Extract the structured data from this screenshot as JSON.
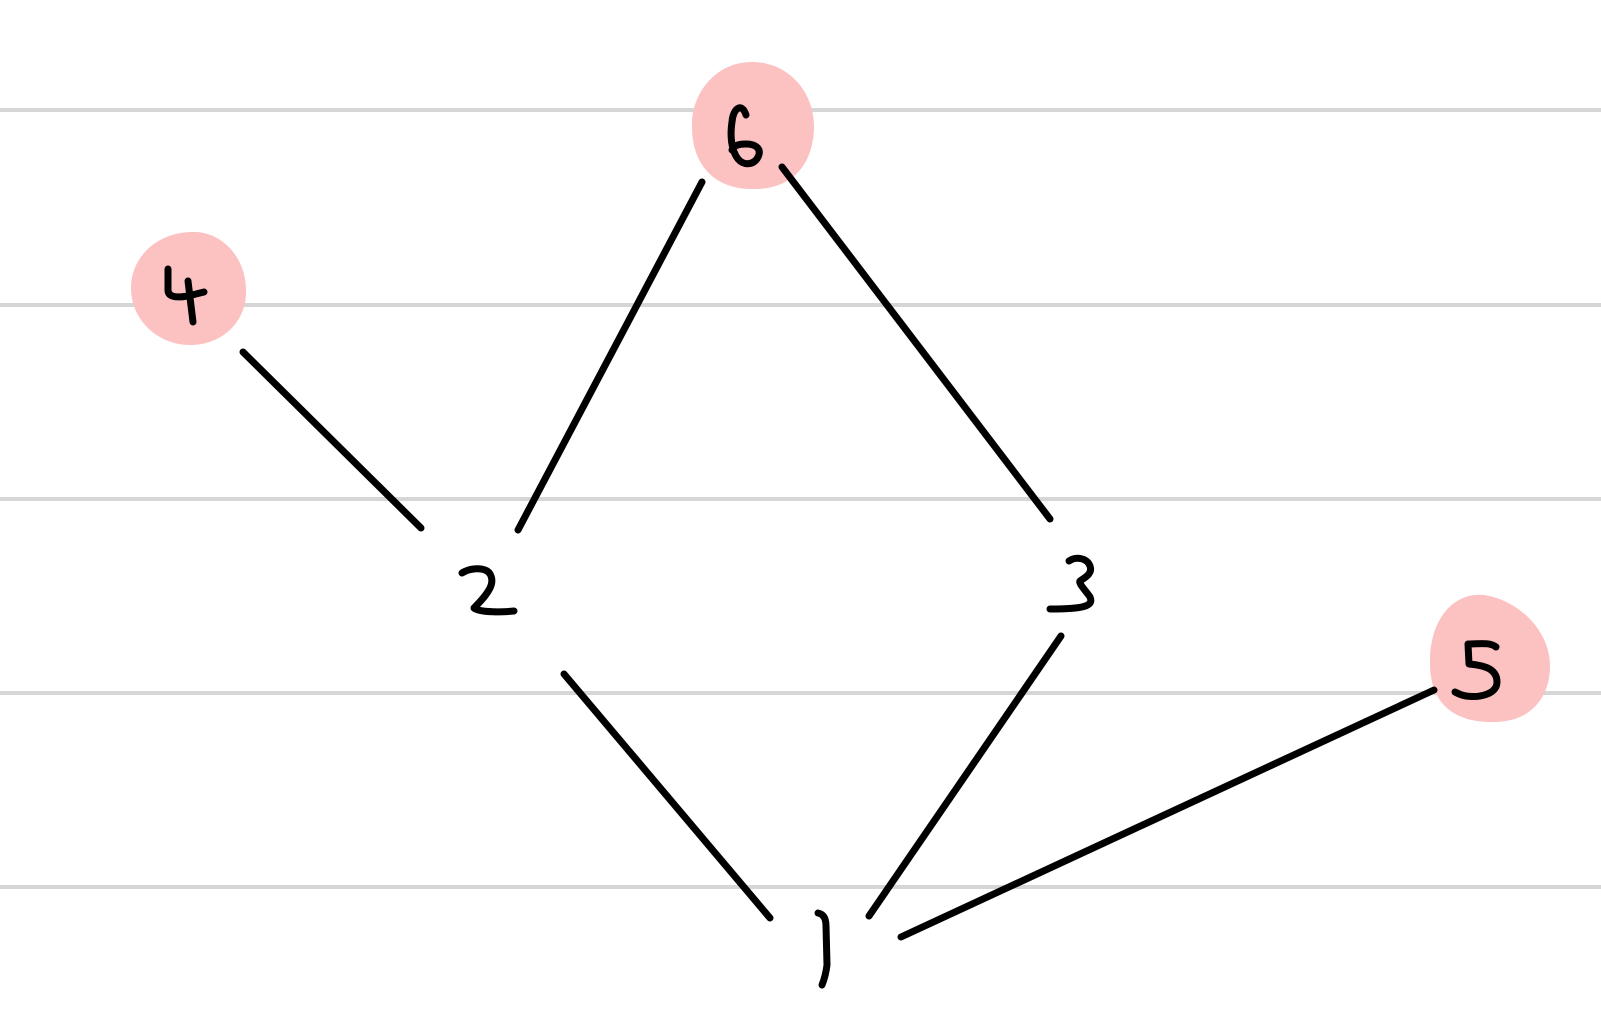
{
  "diagram": {
    "nodes": [
      {
        "id": "1",
        "label": "1",
        "highlighted": false
      },
      {
        "id": "2",
        "label": "2",
        "highlighted": false
      },
      {
        "id": "3",
        "label": "3",
        "highlighted": false
      },
      {
        "id": "4",
        "label": "4",
        "highlighted": true
      },
      {
        "id": "5",
        "label": "5",
        "highlighted": true
      },
      {
        "id": "6",
        "label": "6",
        "highlighted": true
      }
    ],
    "edges": [
      [
        "4",
        "2"
      ],
      [
        "6",
        "2"
      ],
      [
        "6",
        "3"
      ],
      [
        "2",
        "1"
      ],
      [
        "3",
        "1"
      ],
      [
        "5",
        "1"
      ]
    ],
    "colors": {
      "highlight": "#fcc2c2",
      "ink": "#000000",
      "ruled_lines": "#d6d6d6",
      "background": "#ffffff"
    }
  }
}
